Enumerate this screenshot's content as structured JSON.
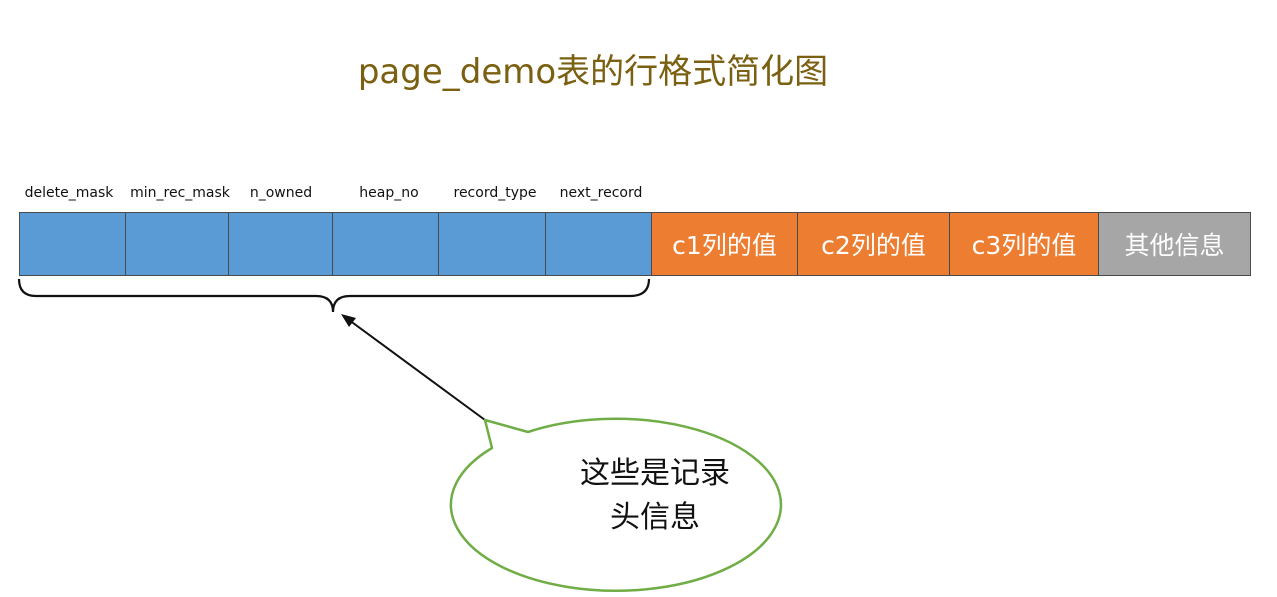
{
  "title": "page_demo表的行格式简化图",
  "header_fields": [
    "delete_mask",
    "min_rec_mask",
    "n_owned",
    "heap_no",
    "record_type",
    "next_record"
  ],
  "data_cells": [
    "c1列的值",
    "c2列的值",
    "c3列的值"
  ],
  "other_cell": "其他信息",
  "callout": {
    "line1": "这些是记录",
    "line2": "头信息"
  },
  "colors": {
    "header_cell": "#5b9bd5",
    "data_cell": "#ed7d31",
    "other_cell": "#a6a6a6",
    "title": "#7a6010",
    "callout_border": "#70ad47"
  }
}
